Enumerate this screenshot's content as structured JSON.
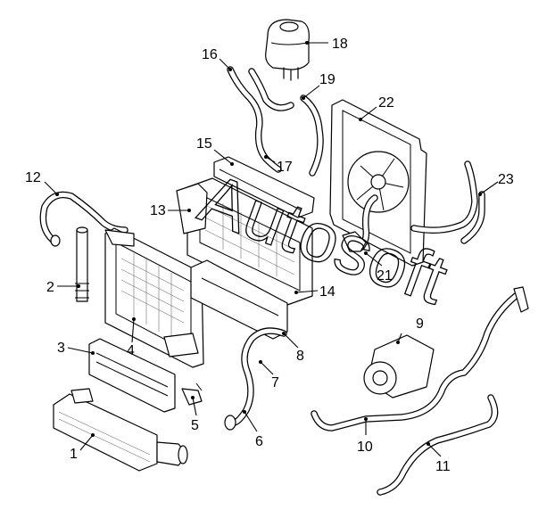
{
  "watermark": "Autosoft",
  "callouts": [
    "1",
    "2",
    "3",
    "4",
    "5",
    "6",
    "7",
    "8",
    "9",
    "10",
    "11",
    "12",
    "13",
    "14",
    "15",
    "16",
    "17",
    "18",
    "19",
    "21",
    "22",
    "23"
  ]
}
